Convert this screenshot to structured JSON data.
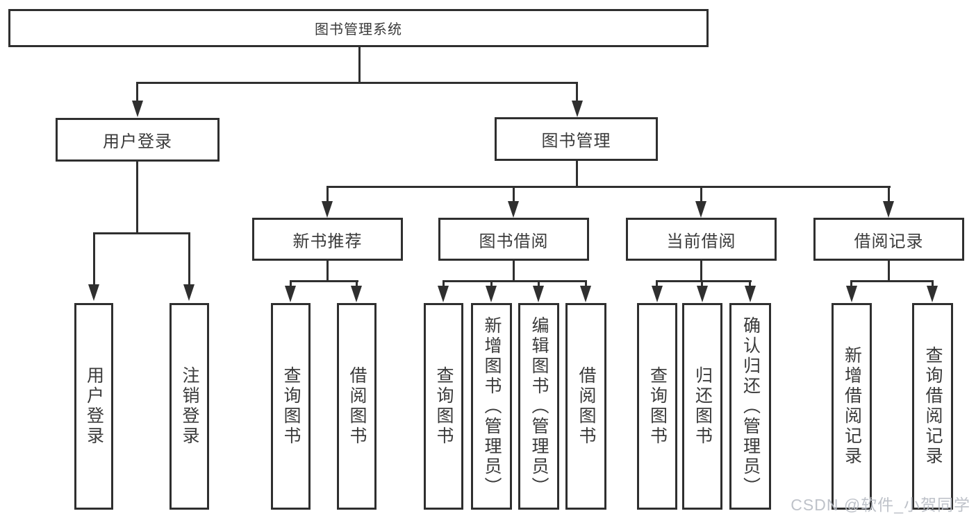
{
  "nodes": {
    "root": "图书管理系统",
    "user_login": "用户登录",
    "book_management": "图书管理",
    "new_book_recommend": "新书推荐",
    "book_borrowing": "图书借阅",
    "current_borrowing": "当前借阅",
    "borrowing_records": "借阅记录",
    "leaf_user_login": "用户登录",
    "leaf_logout": "注销登录",
    "leaf_query_books_a": "查询图书",
    "leaf_borrow_books_a": "借阅图书",
    "leaf_query_books_b": "查询图书",
    "leaf_add_book_admin": "新增图书（管理员）",
    "leaf_edit_book_admin": "编辑图书（管理员）",
    "leaf_borrow_books_b": "借阅图书",
    "leaf_query_books_c": "查询图书",
    "leaf_return_books": "归还图书",
    "leaf_confirm_return_admin": "确认归还（管理员）",
    "leaf_add_borrow_record": "新增借阅记录",
    "leaf_query_borrow_record": "查询借阅记录"
  },
  "watermark": "CSDN @软件_小贺同学",
  "colors": {
    "line": "#2f2f2f",
    "text": "#3a3a3a",
    "watermark": "#b9bdc4",
    "background": "#ffffff"
  }
}
